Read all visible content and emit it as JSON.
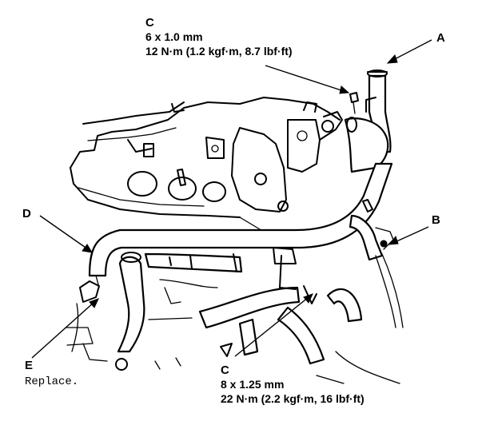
{
  "labels": {
    "a": "A",
    "b": "B",
    "c_top": "C",
    "c_bottom": "C",
    "d": "D",
    "e": "E"
  },
  "specs": {
    "top": {
      "size": "6 x 1.0 mm",
      "torque": "12 N·m (1.2 kgf·m, 8.7 lbf·ft)"
    },
    "bottom": {
      "size": "8 x 1.25 mm",
      "torque": "22 N·m (2.2 kgf·m, 16 lbf·ft)"
    }
  },
  "notes": {
    "e": "Replace."
  }
}
